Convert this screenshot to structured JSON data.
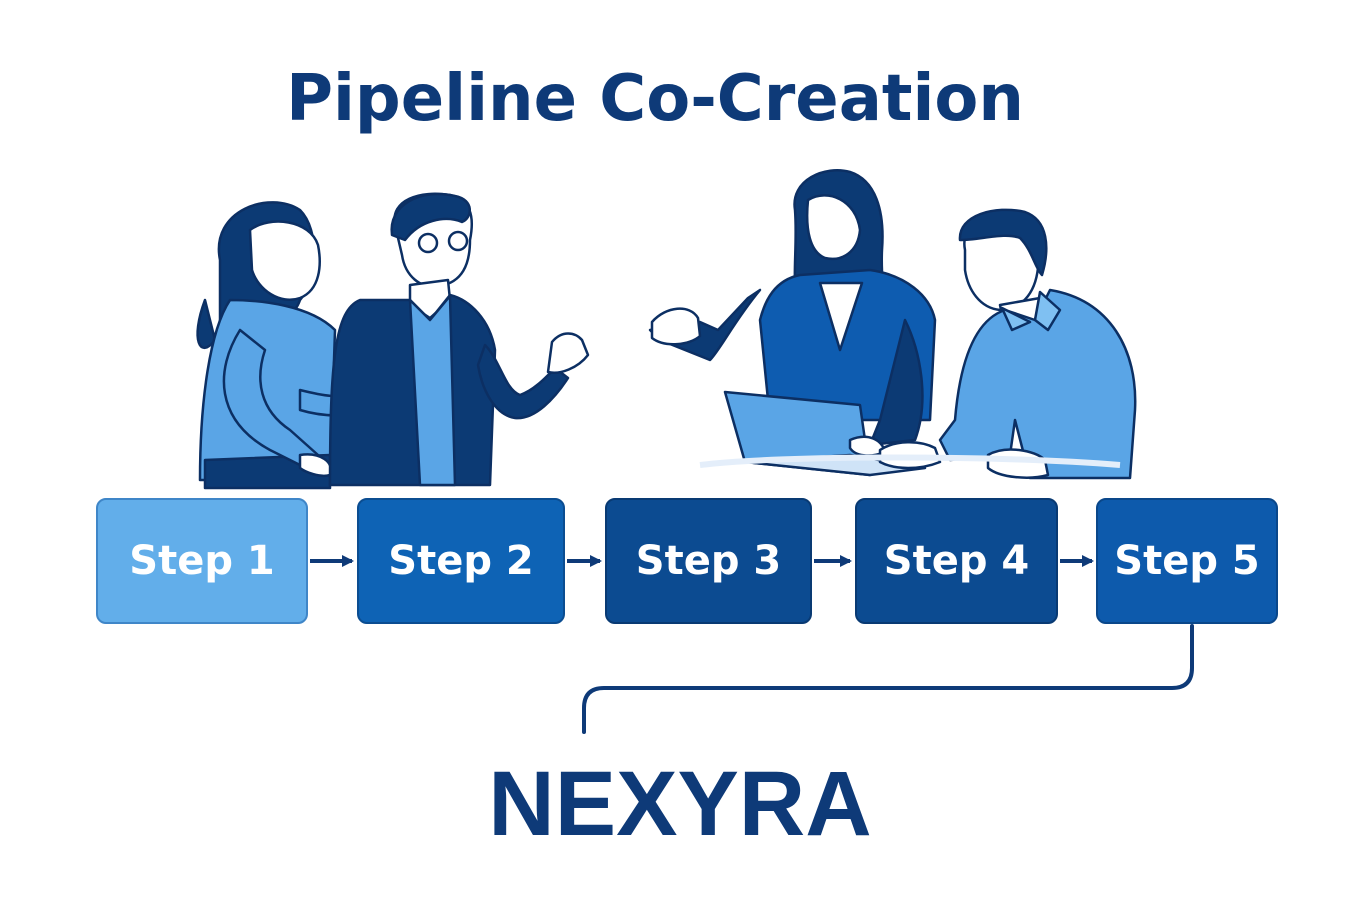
{
  "title": "Pipeline Co-Creation",
  "steps": [
    {
      "label": "Step 1"
    },
    {
      "label": "Step 2"
    },
    {
      "label": "Step 3"
    },
    {
      "label": "Step 4"
    },
    {
      "label": "Step 5"
    }
  ],
  "brand": "NEXYRA",
  "colors": {
    "navy": "#0e3a78",
    "light_blue": "#62aeea",
    "mid_blue": "#0e63b5",
    "dark_blue": "#0c4b91"
  },
  "illustration": {
    "people": [
      "person-woman-left",
      "person-man-glasses",
      "person-woman-laptop",
      "person-man-right"
    ],
    "objects": [
      "laptop-icon"
    ]
  }
}
